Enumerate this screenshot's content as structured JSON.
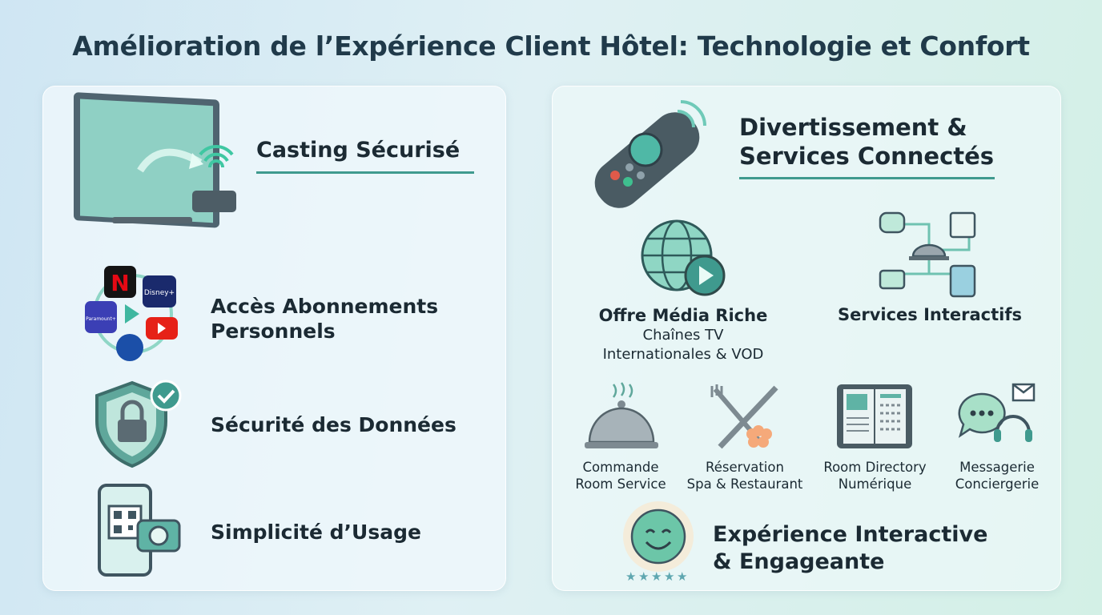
{
  "title": "Amélioration de l’Expérience Client Hôtel: Technologie et Confort",
  "left": {
    "casting": {
      "label": "Casting Sécurisé",
      "icon": "tv-cast-icon"
    },
    "subscriptions": {
      "line1": "Accès Abonnements",
      "line2": "Personnels",
      "icon": "streaming-apps-icon",
      "logos": [
        "N",
        "Disney+",
        "Paramount+"
      ]
    },
    "security": {
      "label": "Sécurité des Données",
      "icon": "shield-lock-icon"
    },
    "simplicity": {
      "label": "Simplicité d’Usage",
      "icon": "phone-qr-icon"
    }
  },
  "right": {
    "heading": {
      "line1": "Divertissement &",
      "line2": "Services Connectés",
      "icon": "remote-control-icon"
    },
    "media": {
      "title": "Offre Média Riche",
      "line1": "Chaînes TV",
      "line2": "Internationales & VOD",
      "icon": "globe-play-icon"
    },
    "interactive": {
      "title": "Services Interactifs",
      "icon": "services-network-icon"
    },
    "services": [
      {
        "line1": "Commande",
        "line2": "Room Service",
        "icon": "cloche-icon"
      },
      {
        "line1": "Réservation",
        "line2": "Spa & Restaurant",
        "icon": "fork-knife-flower-icon"
      },
      {
        "line1": "Room Directory",
        "line2": "Numérique",
        "icon": "digital-directory-icon"
      },
      {
        "line1": "Messagerie",
        "line2": "Conciergerie",
        "icon": "chat-headset-icon"
      }
    ],
    "experience": {
      "line1": "Expérience Interactive",
      "line2": "& Engageante",
      "icon": "smiley-icon",
      "rating_stars": 5
    }
  },
  "colors": {
    "accent": "#3f9a8e",
    "title": "#203a4a"
  }
}
